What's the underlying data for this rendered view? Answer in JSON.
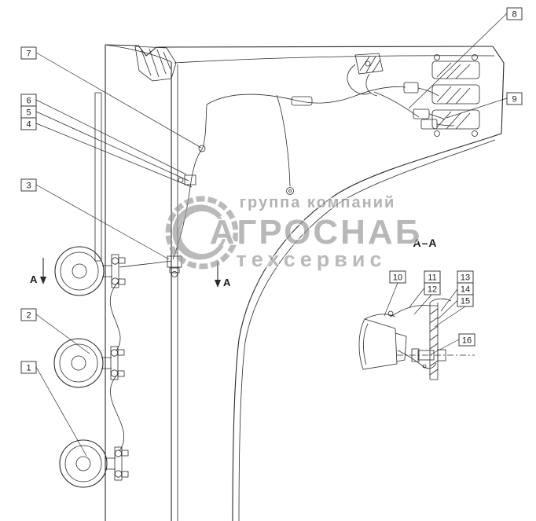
{
  "callouts": {
    "1": "1",
    "2": "2",
    "3": "3",
    "4": "4",
    "5": "5",
    "6": "6",
    "7": "7",
    "8": "8",
    "9": "9",
    "10": "10",
    "11": "11",
    "12": "12",
    "13": "13",
    "14": "14",
    "15": "15",
    "16": "16"
  },
  "section_view_label": "A–A",
  "cut_marker_label": "A",
  "watermark": {
    "group": "группа компаний",
    "name": "АГРОСНАБ",
    "service": "техсервис"
  },
  "colors": {
    "line": "#2a2a2a",
    "watermark_gray": "#989898",
    "background": "#ffffff"
  }
}
